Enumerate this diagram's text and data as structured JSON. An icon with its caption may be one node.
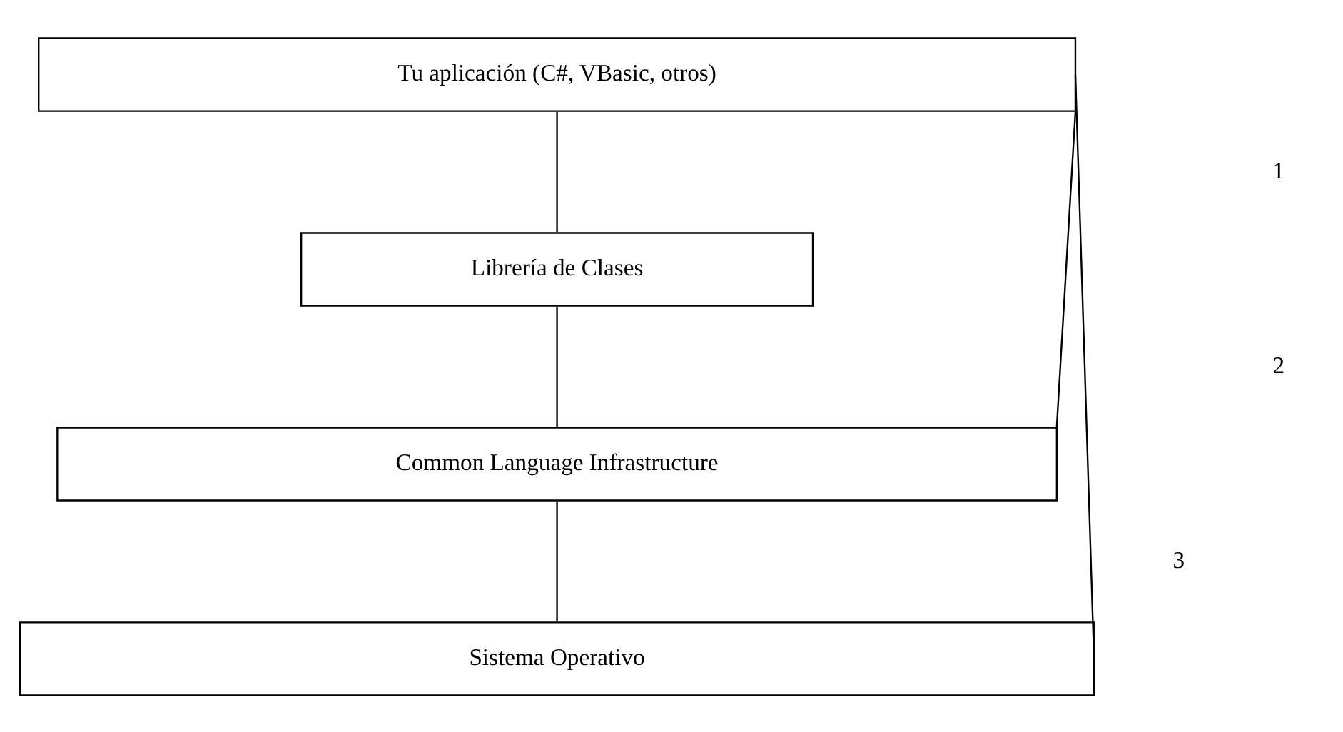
{
  "diagram": {
    "nodes": [
      {
        "text": [
          "Tu aplicación (C#, VBasic, otros)"
        ]
      },
      {
        "text": [
          "Librería de Clases"
        ]
      },
      {
        "text": [
          "Common Language Infrastructure"
        ]
      },
      {
        "text": [
          "Sistema Operativo"
        ]
      }
    ],
    "edges": [
      {
        "from": 0,
        "to": 1,
        "arrow": "none"
      },
      {
        "from": 0,
        "to": 2,
        "arrow": "none"
      },
      {
        "from": 0,
        "to": 3,
        "arrow": "none"
      },
      {
        "from": 1,
        "to": 2,
        "arrow": "none"
      },
      {
        "from": 2,
        "to": 3,
        "arrow": "none"
      }
    ],
    "labels": [
      "1",
      "2",
      "3"
    ]
  }
}
